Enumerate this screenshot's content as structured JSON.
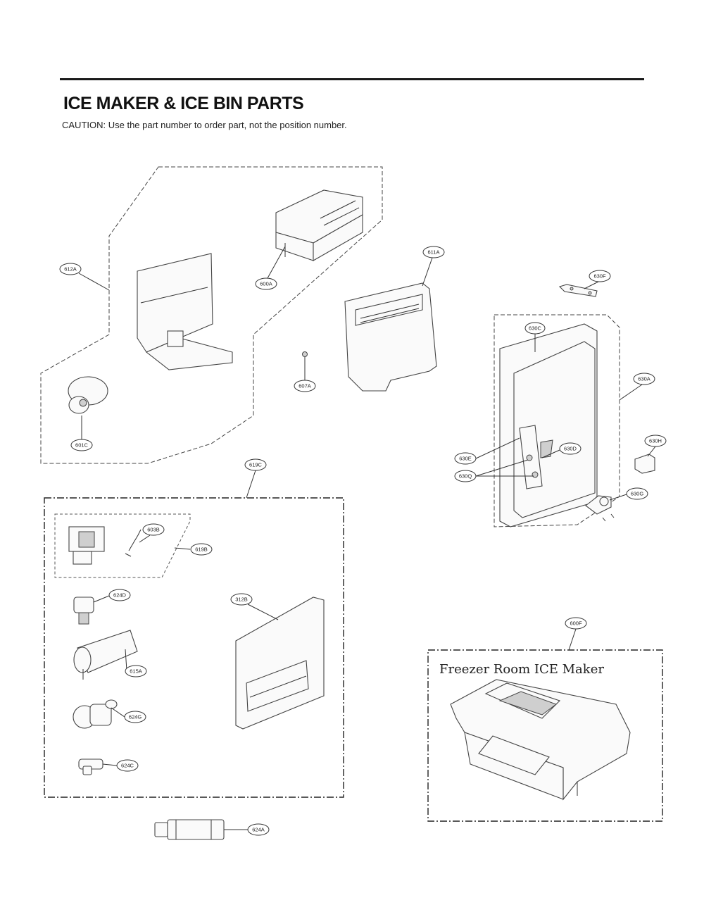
{
  "header": {
    "title": "ICE MAKER & ICE BIN PARTS",
    "caution": "CAUTION: Use the part number to order part, not the position number."
  },
  "callouts": {
    "c612A": "612A",
    "c600A": "600A",
    "c611A": "611A",
    "c630F": "630F",
    "c630C": "630C",
    "c630A": "630A",
    "c607A": "607A",
    "c601C": "601C",
    "c630E": "630E",
    "c630D": "630D",
    "c630Q": "630Q",
    "c630H": "630H",
    "c630G": "630G",
    "c619C": "619C",
    "c603B": "603B",
    "c619B": "619B",
    "c624D": "624D",
    "c312B": "312B",
    "c615A": "615A",
    "c624G": "624G",
    "c624C": "624C",
    "c624A": "624A",
    "c600F": "600F"
  },
  "freezer_box": {
    "label": "Freezer Room ICE Maker"
  }
}
